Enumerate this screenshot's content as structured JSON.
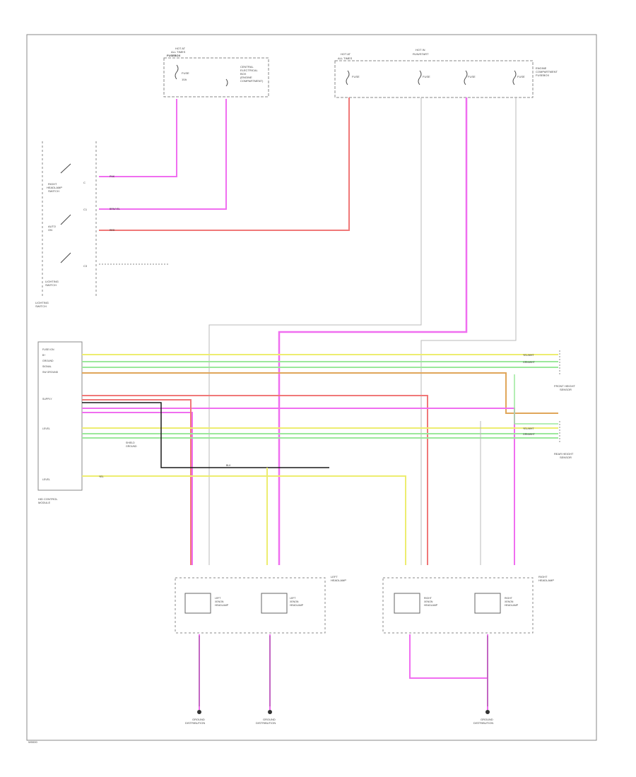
{
  "colors": {
    "pink": "#f06ef0",
    "red": "#f07878",
    "yellow": "#eded70",
    "green": "#9be89b",
    "orange": "#e0a65a",
    "gray": "#b8b8b8",
    "black": "#1a1a1a"
  },
  "fuse_box_left": {
    "title_line1": "HOT AT",
    "title_line2": "ALL TIMES",
    "title_line3": "FUSEBOX",
    "fuse": "FUSE",
    "amp": "10A",
    "side_note_1": "CENTRAL",
    "side_note_2": "ELECTRICAL",
    "side_note_3": "BOX",
    "side_note_4": "(ENGINE",
    "side_note_5": "COMPARTMENT)"
  },
  "fuse_box_right": {
    "label_a": "HOT AT",
    "label_b": "ALL TIMES",
    "label_c": "HOT IN",
    "label_d": "RUN/START",
    "fuse": "FUSE",
    "side_note_1": "ENGINE",
    "side_note_2": "COMPARTMENT",
    "side_note_3": "FUSEBOX"
  },
  "switch_block": {
    "label_1": "RIGHT",
    "label_2": "HEADLAMP",
    "label_3": "SWITCH",
    "label_4": "AUTO",
    "label_5": "ON",
    "label_6": "LIGHTING",
    "label_7": "SWITCH",
    "pin_1": "C",
    "pin_2": "C1",
    "pin_3": "C3"
  },
  "control_module": {
    "name_1": "HID CONTROL",
    "name_2": "MODULE",
    "pins": [
      "FUSE IGN",
      "B+",
      "GROUND",
      "SIGNAL",
      "SW GROUND",
      "",
      "",
      "",
      "",
      "SUPPLY",
      "",
      "",
      "",
      "LEVEL",
      "",
      "",
      "",
      "",
      "",
      "",
      "",
      "LEVEL"
    ],
    "note_1": "SHIELD",
    "note_2": "GROUND"
  },
  "wire_labels": {
    "w1": "PNK",
    "w2": "BRN/YEL",
    "w3": "RED",
    "w4": "GRN/WHT",
    "w5": "YEL/WHT",
    "w6": "BLK",
    "w7": "YEL"
  },
  "sensors": {
    "front_1": "FRONT HEIGHT",
    "front_2": "SENSOR",
    "rear_1": "REAR HEIGHT",
    "rear_2": "SENSOR"
  },
  "headlamps": {
    "left_1": "LEFT",
    "left_2": "HEADLAMP",
    "right_1": "RIGHT",
    "right_2": "HEADLAMP",
    "lamp_left_a": "LEFT",
    "lamp_left_b": "XENON",
    "lamp_left_c": "HEADLAMP",
    "lamp_right_a": "RIGHT",
    "lamp_right_b": "XENON",
    "lamp_right_c": "HEADLAMP"
  },
  "grounds": {
    "g1_1": "GROUND",
    "g1_2": "DISTRIBUTION",
    "g2_1": "GROUND",
    "g2_2": "DISTRIBUTION",
    "g3_1": "GROUND",
    "g3_2": "DISTRIBUTION"
  },
  "footer": {
    "code": "W0000"
  }
}
